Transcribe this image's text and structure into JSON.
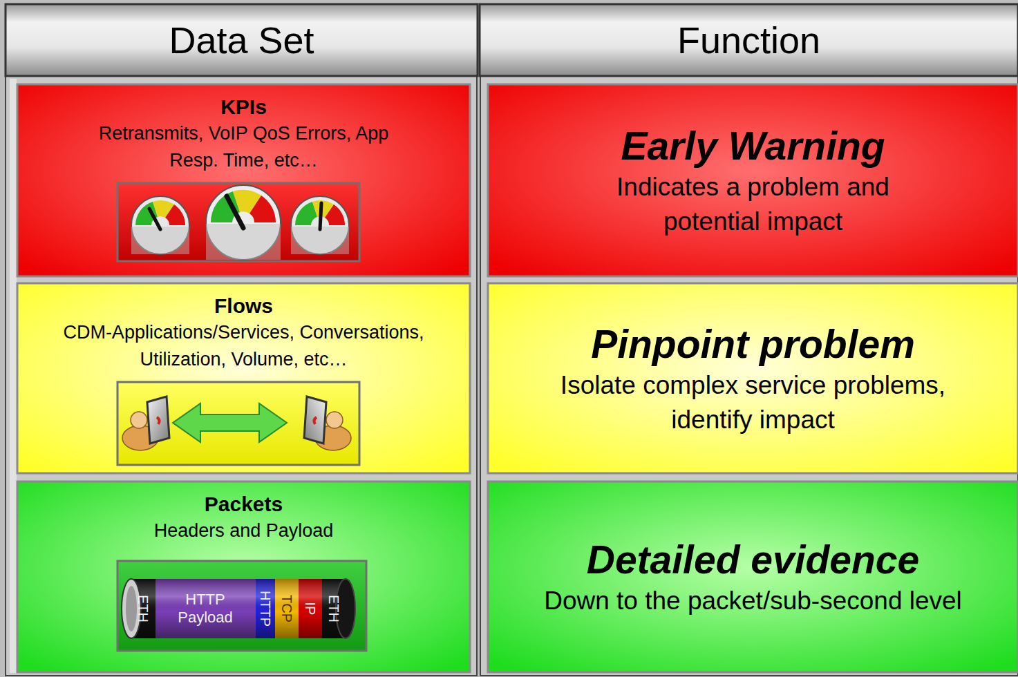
{
  "diagram": {
    "nodes": [
      {
        "text": [
          "Data Set"
        ]
      },
      {
        "text": [
          "Function"
        ]
      },
      {
        "text": [
          "KPIs",
          "Retransmits, VoIP QoS Errors, App Resp. Time, etc…"
        ]
      },
      {
        "text": [
          "Early Warning",
          "Indicates a problem and potential impact"
        ]
      },
      {
        "text": [
          "Flows",
          "CDM-Applications/Services, Conversations, Utilization, Volume, etc…"
        ]
      },
      {
        "text": [
          "Pinpoint problem",
          "Isolate complex service problems, identify impact"
        ]
      },
      {
        "text": [
          "Packets",
          "Headers and Payload"
        ]
      },
      {
        "text": [
          "Detailed evidence",
          "Down to the packet/sub-second level"
        ]
      }
    ],
    "labels": [
      "ETH",
      "HTTP Payload",
      "HTTP",
      "TCP",
      "IP",
      "ETH"
    ]
  }
}
